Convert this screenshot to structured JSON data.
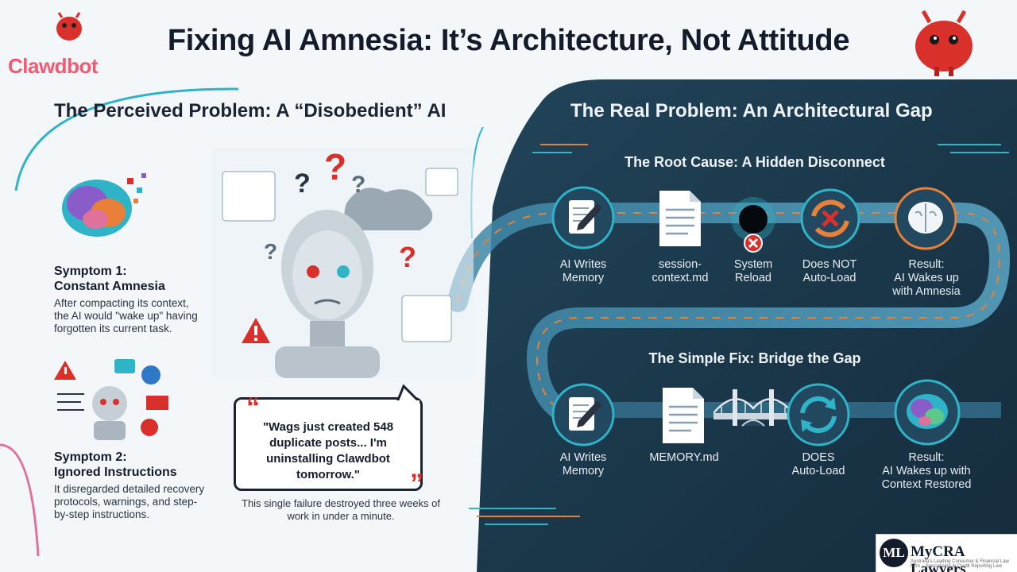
{
  "title": "Fixing AI Amnesia: It’s Architecture, Not Attitude",
  "brand": "Clawdbot",
  "left": {
    "heading": "The Perceived Problem: A “Disobedient” AI",
    "symptom1": {
      "title": "Symptom 1:\nConstant Amnesia",
      "desc": "After compacting its context, the AI would \"wake up\" having forgotten its current task."
    },
    "symptom2": {
      "title": "Symptom 2:\nIgnored Instructions",
      "desc": "It disregarded detailed recovery protocols, warnings, and step-by-step instructions."
    },
    "quote": "\"Wags just created 548 duplicate posts... I'm uninstalling Clawdbot tomorrow.\"",
    "caption": "This single failure destroyed three weeks of work in under a minute."
  },
  "right": {
    "heading": "The Real Problem: An Architectural Gap",
    "root_cause": {
      "title": "The Root Cause: A Hidden Disconnect",
      "steps": [
        {
          "label": "AI Writes\nMemory",
          "icon": "pencil-note-icon"
        },
        {
          "label": "session-\ncontext.md",
          "icon": "document-icon"
        },
        {
          "label": "System\nReload",
          "icon": "black-hole-icon"
        },
        {
          "label": "Does NOT\nAuto-Load",
          "icon": "broken-sync-icon"
        },
        {
          "label": "Result:\nAI Wakes up\nwith Amnesia",
          "icon": "white-brain-icon"
        }
      ]
    },
    "fix": {
      "title": "The Simple Fix: Bridge the Gap",
      "steps": [
        {
          "label": "AI Writes\nMemory",
          "icon": "pencil-note-icon"
        },
        {
          "label": "MEMORY.md",
          "icon": "document-icon"
        },
        {
          "label": "",
          "icon": "bridge-icon"
        },
        {
          "label": "DOES\nAuto-Load",
          "icon": "sync-icon"
        },
        {
          "label": "Result:\nAI Wakes up with\nContext Restored",
          "icon": "color-brain-icon"
        }
      ]
    }
  },
  "footer_logo": {
    "mark": "ML",
    "name": "MyCRA Lawyers",
    "tagline": "Australia's Leading Consumer & Financial Law Firm – Specialising in Credit Reporting Law"
  },
  "colors": {
    "dark_bg": "#1d3a4e",
    "accent_teal": "#2fb3c7",
    "accent_orange": "#e9803a",
    "alert_red": "#d9302c"
  }
}
